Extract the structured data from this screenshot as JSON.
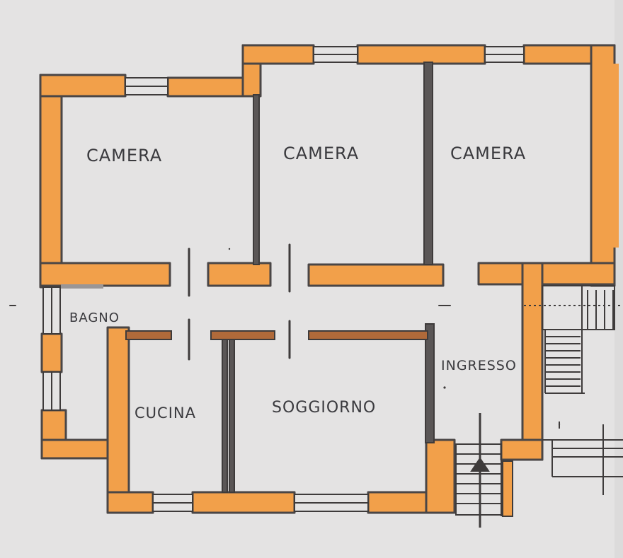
{
  "plan": {
    "colors": {
      "paper": "#e4e3e3",
      "wall_fill": "#f2a04a",
      "wall_outline": "#4a4646",
      "ink": "#3a3a3e"
    },
    "rooms": [
      {
        "key": "camera_left",
        "label": "CAMERA"
      },
      {
        "key": "camera_middle",
        "label": "CAMERA"
      },
      {
        "key": "camera_right",
        "label": "CAMERA"
      },
      {
        "key": "bagno",
        "label": "BAGNO"
      },
      {
        "key": "cucina",
        "label": "CUCINA"
      },
      {
        "key": "soggiorno",
        "label": "SOGGIORNO"
      },
      {
        "key": "ingresso",
        "label": "INGRESSO"
      }
    ]
  }
}
